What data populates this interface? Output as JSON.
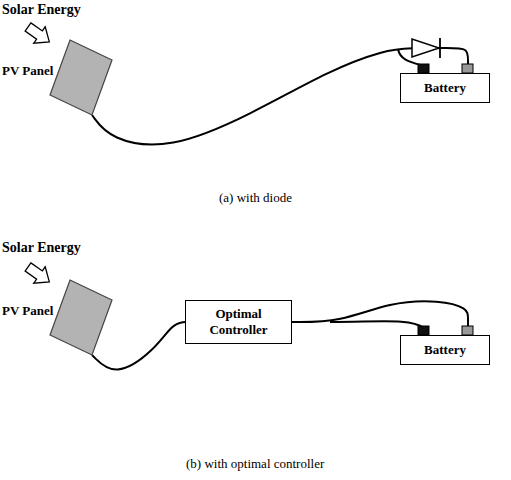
{
  "diagram": {
    "nodes": [
      {
        "text": [
          "PV Panel"
        ]
      },
      {
        "text": [
          "Battery"
        ]
      },
      {
        "text": [
          "PV Panel"
        ]
      },
      {
        "text": [
          "Optimal Controller"
        ]
      },
      {
        "text": [
          "Battery"
        ]
      }
    ],
    "edges": [
      {
        "from": 0,
        "to": 1,
        "arrow": "none"
      },
      {
        "from": 2,
        "to": 3,
        "arrow": "none"
      },
      {
        "from": 3,
        "to": 4,
        "arrow": "none"
      }
    ],
    "labels": [
      "Solar Energy",
      "(a) with diode",
      "Solar Energy",
      "(b) with optimal controller"
    ]
  }
}
